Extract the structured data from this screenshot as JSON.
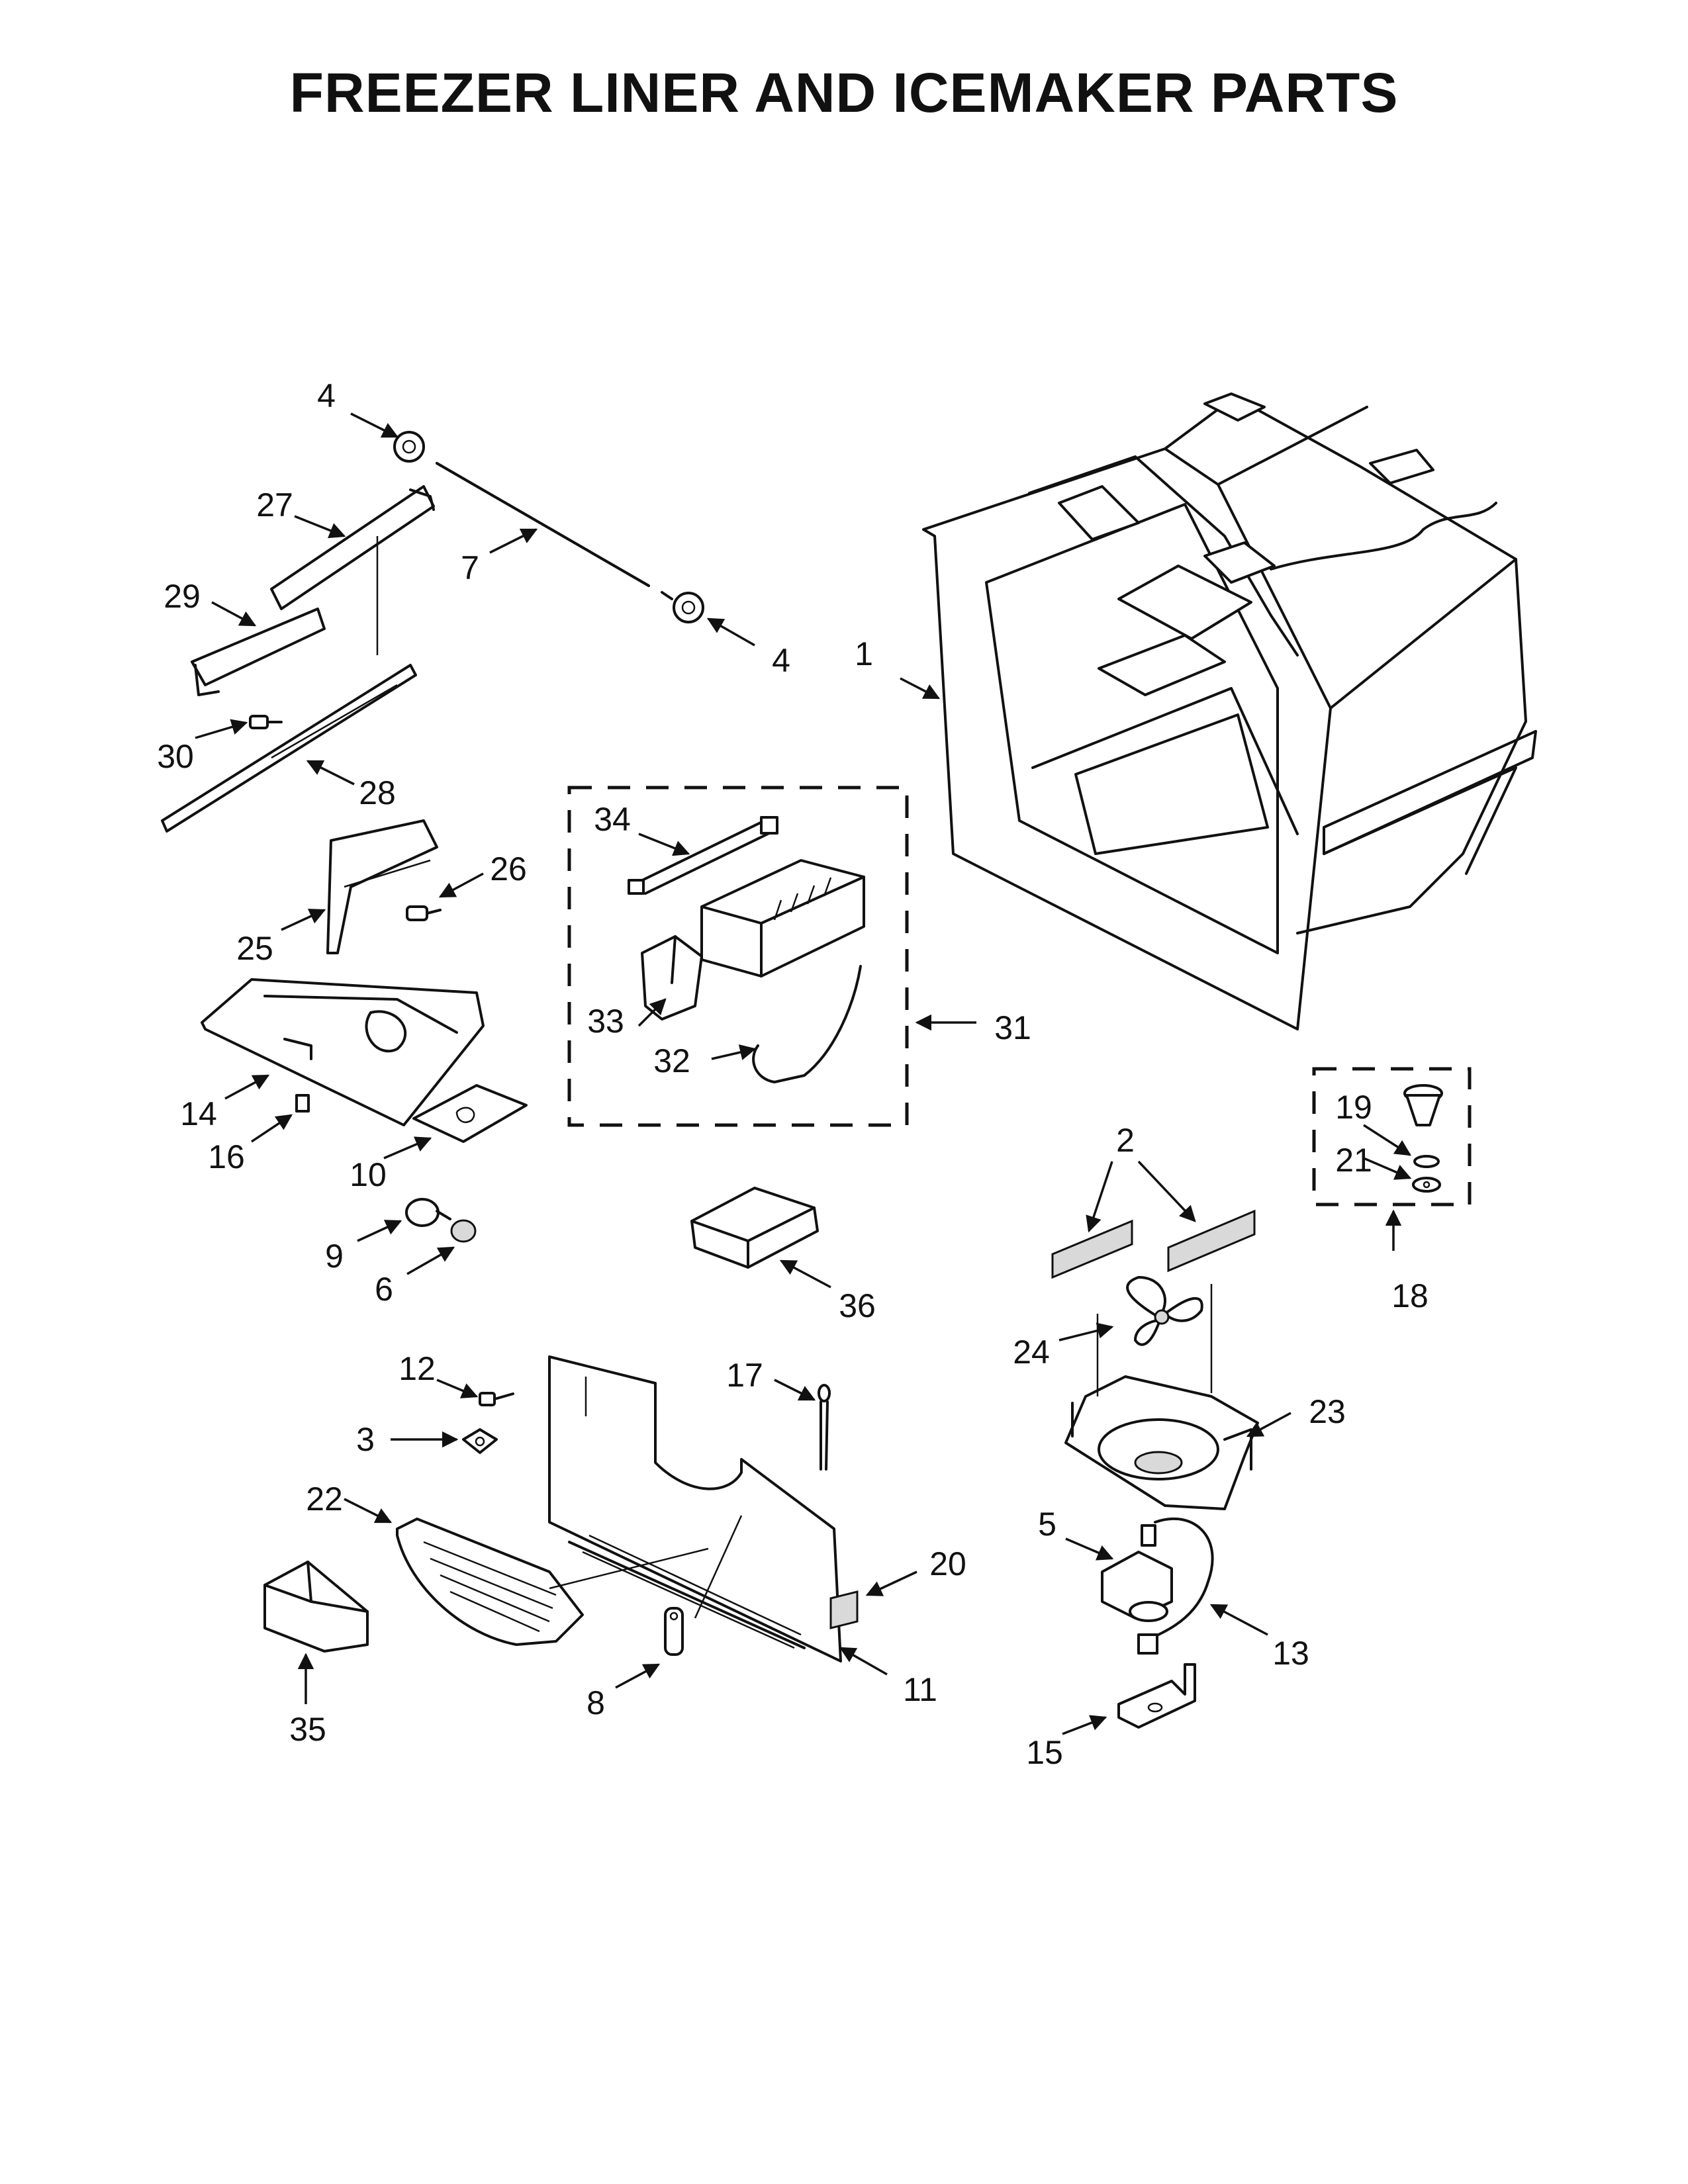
{
  "title": "FREEZER LINER AND ICEMAKER PARTS",
  "callouts": [
    {
      "label": "1"
    },
    {
      "label": "2"
    },
    {
      "label": "3"
    },
    {
      "label": "4"
    },
    {
      "label": "4"
    },
    {
      "label": "5"
    },
    {
      "label": "6"
    },
    {
      "label": "7"
    },
    {
      "label": "8"
    },
    {
      "label": "9"
    },
    {
      "label": "10"
    },
    {
      "label": "11"
    },
    {
      "label": "12"
    },
    {
      "label": "13"
    },
    {
      "label": "14"
    },
    {
      "label": "15"
    },
    {
      "label": "16"
    },
    {
      "label": "17"
    },
    {
      "label": "18"
    },
    {
      "label": "19"
    },
    {
      "label": "20"
    },
    {
      "label": "21"
    },
    {
      "label": "22"
    },
    {
      "label": "23"
    },
    {
      "label": "24"
    },
    {
      "label": "25"
    },
    {
      "label": "26"
    },
    {
      "label": "27"
    },
    {
      "label": "28"
    },
    {
      "label": "29"
    },
    {
      "label": "30"
    },
    {
      "label": "31"
    },
    {
      "label": "32"
    },
    {
      "label": "33"
    },
    {
      "label": "34"
    },
    {
      "label": "35"
    },
    {
      "label": "36"
    }
  ]
}
